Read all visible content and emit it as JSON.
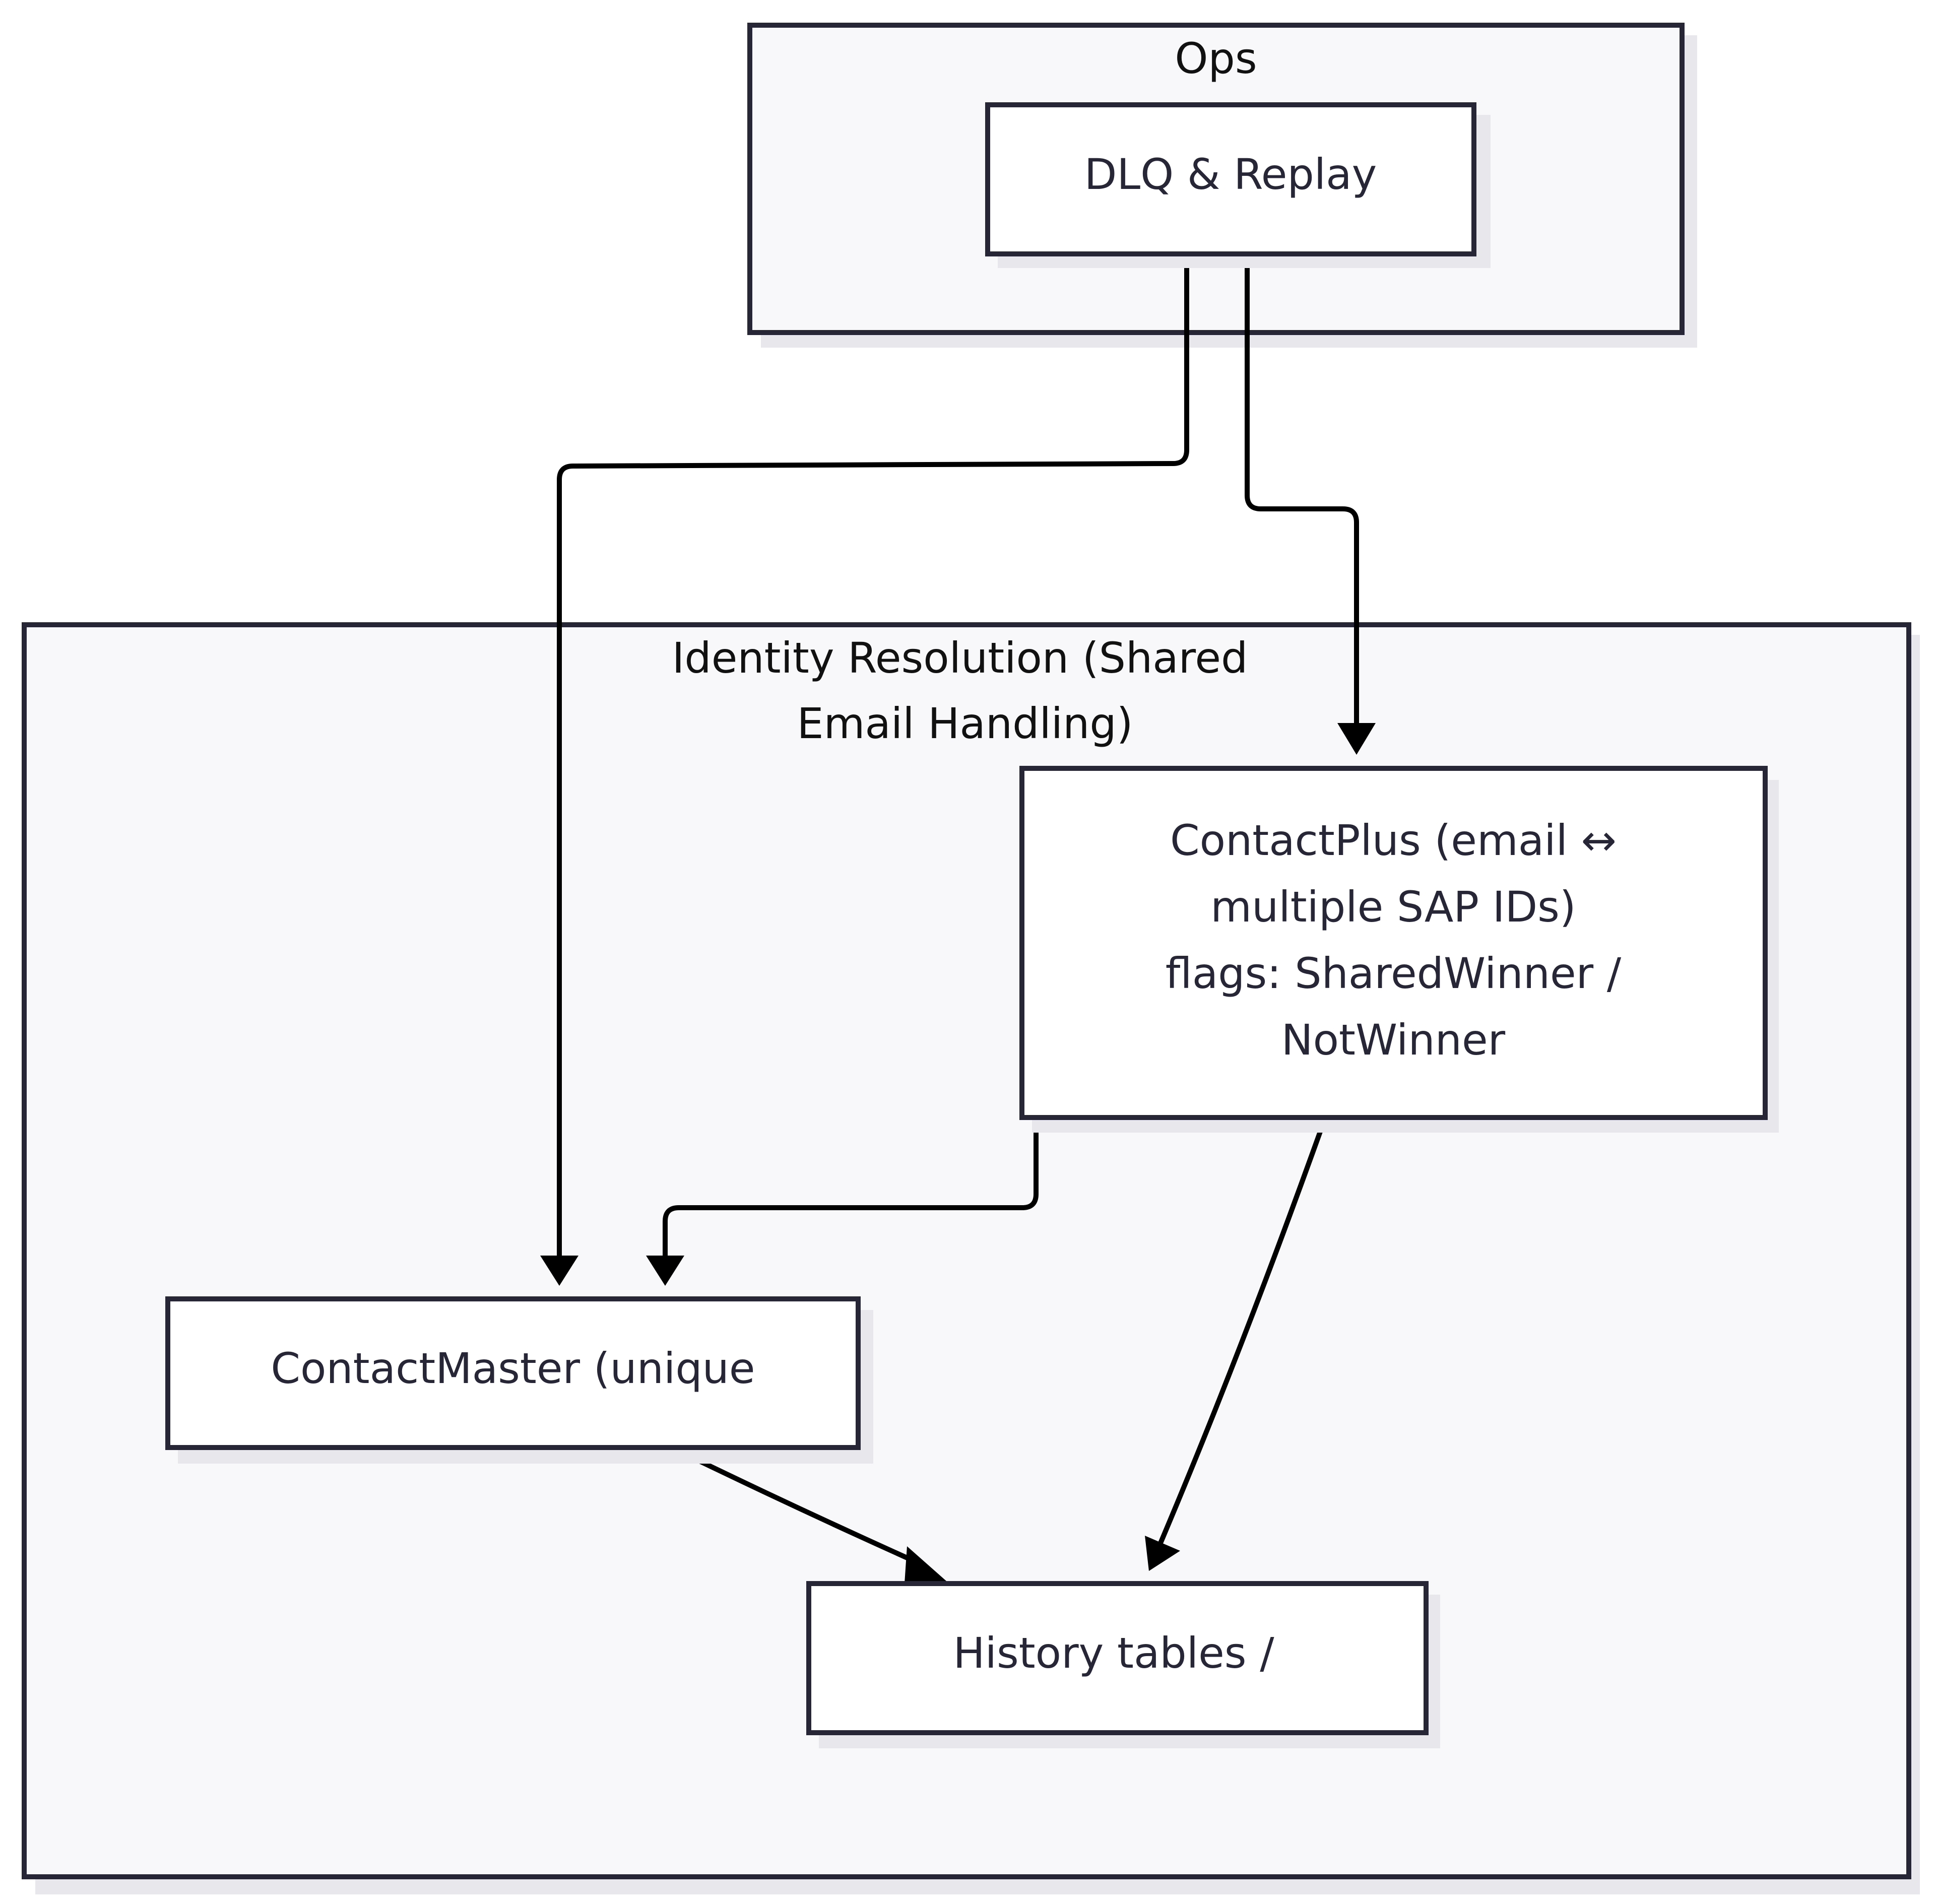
{
  "colors": {
    "cluster_fill": "#f8f8fa",
    "border": "#262637",
    "node_fill": "#ffffff",
    "edge": "#000000",
    "shadow": "#e8e8ec"
  },
  "clusters": {
    "ops": {
      "label": "Ops"
    },
    "identity": {
      "label_line1": "Identity Resolution (Shared",
      "label_line2": "Email Handling)"
    }
  },
  "nodes": {
    "dlq": {
      "label": "DLQ & Replay"
    },
    "contactplus": {
      "line1": "ContactPlus (email ↔",
      "line2": "multiple SAP IDs)",
      "line3": "flags: SharedWinner /",
      "line4": "NotWinner"
    },
    "contactmaster": {
      "label": "ContactMaster (unique"
    },
    "history": {
      "label": "History tables /"
    }
  },
  "edges": [
    {
      "from": "DLQ & Replay",
      "to": "ContactMaster (unique"
    },
    {
      "from": "DLQ & Replay",
      "to": "ContactPlus (email ↔ multiple SAP IDs)"
    },
    {
      "from": "ContactPlus (email ↔ multiple SAP IDs)",
      "to": "ContactMaster (unique"
    },
    {
      "from": "ContactPlus (email ↔ multiple SAP IDs)",
      "to": "History tables /"
    },
    {
      "from": "ContactMaster (unique",
      "to": "History tables /"
    }
  ]
}
